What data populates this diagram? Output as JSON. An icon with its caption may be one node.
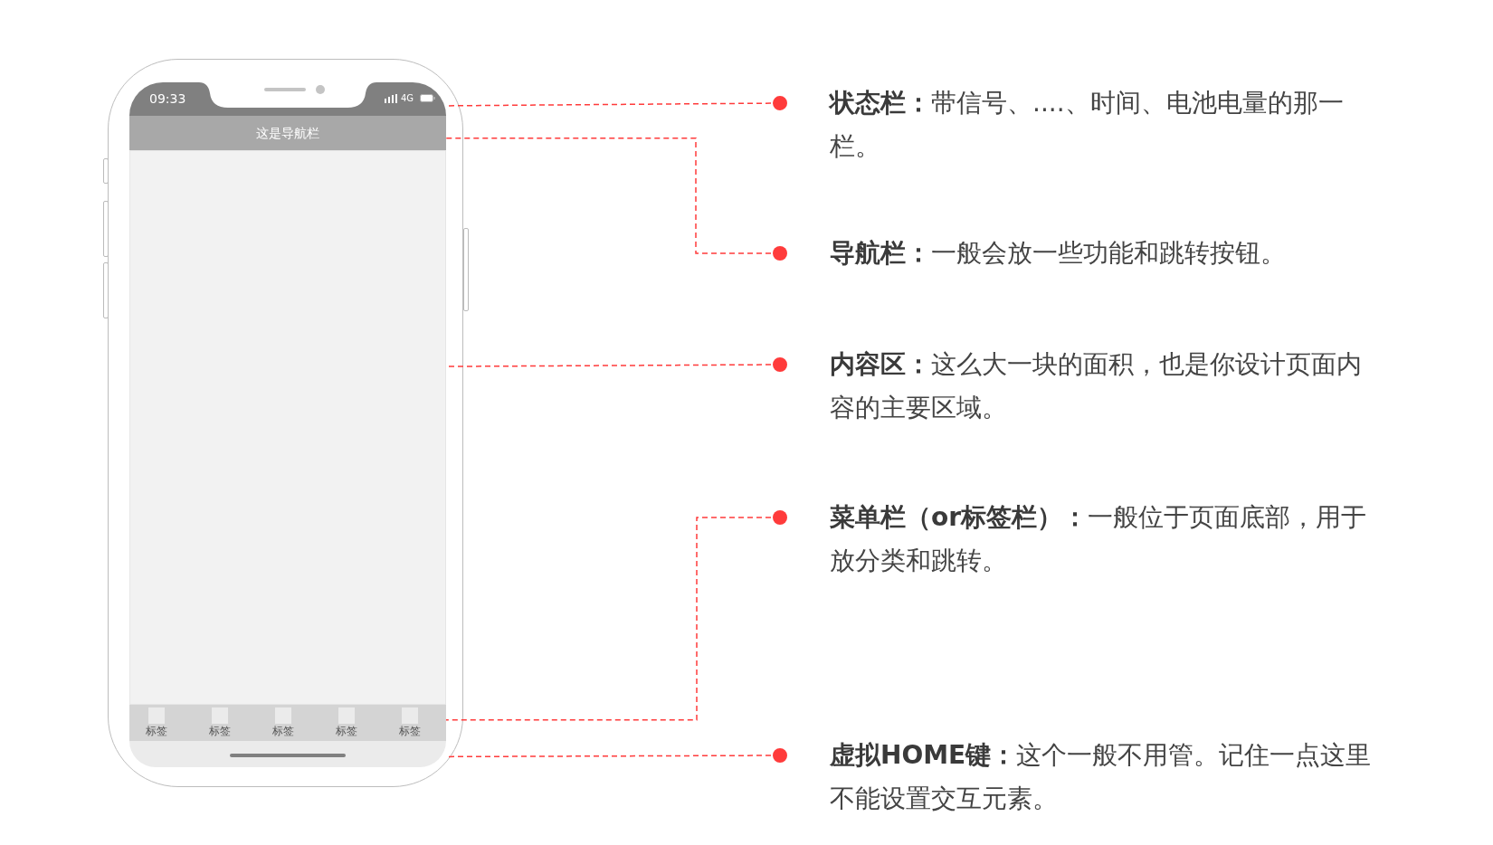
{
  "diagram": {
    "nodes": [
      {
        "text": [],
        "shape": "box"
      },
      {
        "text": [
          "09:33",
          "4G"
        ],
        "in": 0
      },
      {
        "text": [
          "这是导航栏"
        ],
        "in": 0
      },
      {
        "text": [],
        "shape": "box",
        "in": 0
      },
      {
        "text": [],
        "shape": "bar",
        "in": 0
      },
      {
        "text": [
          "标签"
        ],
        "in": 4
      },
      {
        "text": [
          "标签"
        ],
        "in": 4
      },
      {
        "text": [
          "标签"
        ],
        "in": 4
      },
      {
        "text": [
          "标签"
        ],
        "in": 4
      },
      {
        "text": [
          "标签"
        ],
        "in": 4
      },
      {
        "text": [],
        "shape": "bar",
        "in": 0
      },
      {
        "text": [
          "**状态栏：**带信号、....、时间、电池电量的那一栏。"
        ]
      },
      {
        "text": [
          "**导航栏：**一般会放一些功能和跳转按钮。"
        ]
      },
      {
        "text": [
          "**内容区：**这么大一块的面积，也是你设计页面内容的主要区域。"
        ]
      },
      {
        "text": [
          "**菜单栏（or标签栏）：**一般位于页面底部，用于放分类和跳转。"
        ]
      },
      {
        "text": [
          "**虚拟HOME键：**这个一般不用管。记住一点这里不能设置交互元素。"
        ]
      }
    ],
    "edges": [
      {
        "from": 11,
        "to": 1,
        "arrow": "other",
        "style": "dashed",
        "color": "#ff3b3b"
      },
      {
        "from": 12,
        "to": 2,
        "arrow": "other",
        "style": "dashed",
        "color": "#ff3b3b"
      },
      {
        "from": 13,
        "to": 3,
        "arrow": "other",
        "style": "dashed",
        "color": "#ff3b3b"
      },
      {
        "from": 14,
        "to": 4,
        "arrow": "other",
        "style": "dashed",
        "color": "#ff3b3b"
      },
      {
        "from": 15,
        "to": 10,
        "arrow": "other",
        "style": "dashed",
        "color": "#ff3b3b"
      }
    ]
  }
}
